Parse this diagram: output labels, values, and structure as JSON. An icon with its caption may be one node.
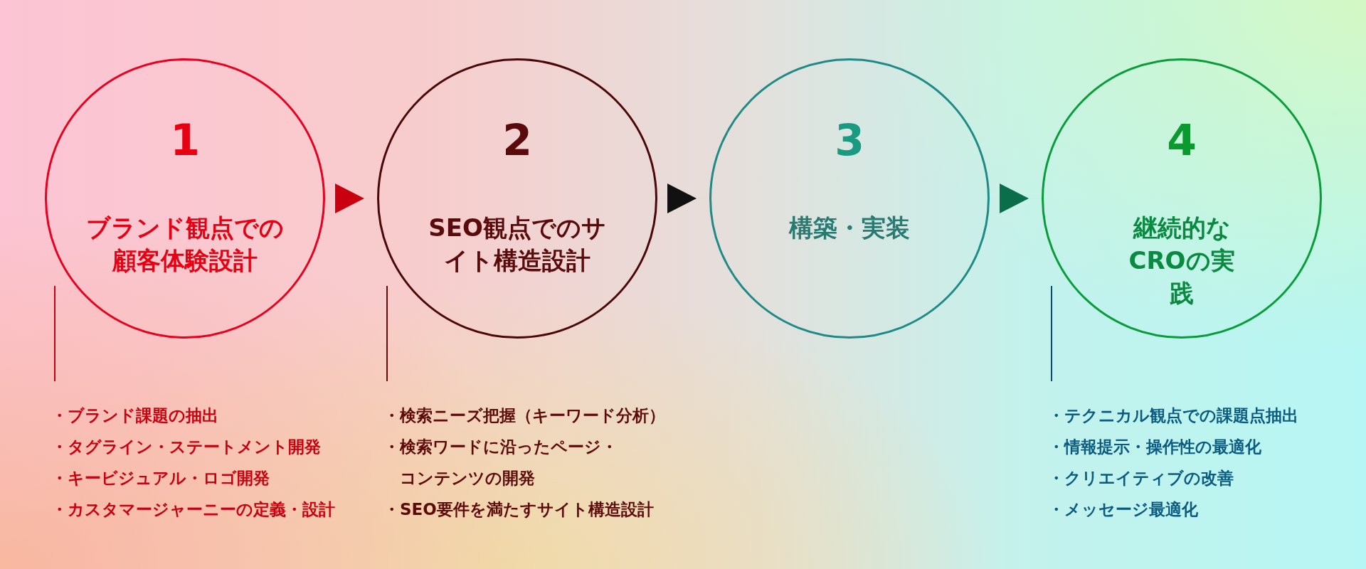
{
  "diagram": {
    "nodes": [
      {
        "text": [
          "1",
          "ブランド観点での顧客体験設計"
        ],
        "beside": [
          "・ブランド課題の抽出",
          "・タグライン・ステートメント開発",
          "・キービジュアル・ロゴ開発",
          "・カスタマージャーニーの定義・設計"
        ]
      },
      {
        "text": [
          "2",
          "SEO観点でのサイト構造設計"
        ],
        "beside": [
          "・検索ニーズ把握（キーワード分析）",
          "・検索ワードに沿ったページ・コンテンツの開発",
          "・SEO要件を満たすサイト構造設計"
        ]
      },
      {
        "text": [
          "3",
          "構築・実装"
        ]
      },
      {
        "text": [
          "4",
          "継続的なCROの実践"
        ],
        "beside": [
          "・テクニカル観点での課題点抽出",
          "・情報提示・操作性の最適化",
          "・クリエイティブの改善",
          "・メッセージ最適化"
        ]
      }
    ],
    "edges": [
      {
        "from": 0,
        "to": 1,
        "arrow": "to",
        "color": "#c8000f"
      },
      {
        "from": 1,
        "to": 2,
        "arrow": "to",
        "color": "#111111"
      },
      {
        "from": 2,
        "to": 3,
        "arrow": "to",
        "color": "#0a6e4a"
      }
    ]
  }
}
